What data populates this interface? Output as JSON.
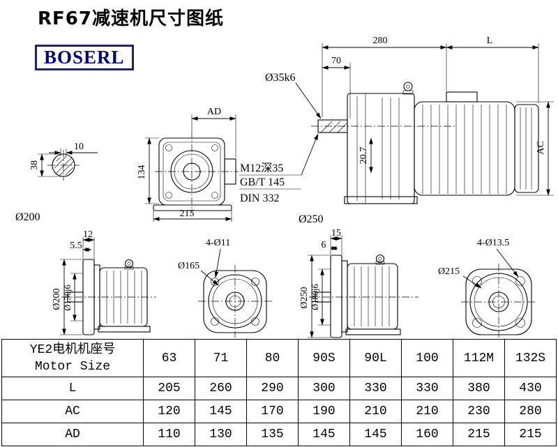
{
  "page": {
    "title": "RF67减速机尺寸图纸",
    "brand": "BOSERL"
  },
  "drawing": {
    "labels": {
      "d10": "10",
      "d38": "38",
      "dia200": "Ø200",
      "ad": "AD",
      "d134": "134",
      "d215": "215",
      "d280": "280",
      "L": "L",
      "d70": "70",
      "dia35k6": "Ø35k6",
      "ac": "AC",
      "d207": "20.7",
      "note1": "M12深35",
      "note2": "GB/T 145",
      "note3": "DIN 332",
      "dia250": "Ø250",
      "d12": "12",
      "d55": "5.5",
      "rot200": "Ø200",
      "rot130": "Ø130j6",
      "dia165": "Ø165",
      "holes11": "4-Ø11",
      "d15": "15",
      "d6": "6",
      "rot250": "Ø250",
      "rot180": "Ø180j6",
      "dia215": "Ø215",
      "holes135": "4-Ø13.5"
    }
  },
  "table": {
    "motor_row": {
      "label_cn": "YE2电机机座号",
      "label_en": "Motor Size",
      "values": [
        "63",
        "71",
        "80",
        "90S",
        "90L",
        "100",
        "112M",
        "132S"
      ]
    },
    "rows": [
      {
        "label": "L",
        "values": [
          "205",
          "260",
          "290",
          "300",
          "330",
          "330",
          "380",
          "430"
        ]
      },
      {
        "label": "AC",
        "values": [
          "120",
          "145",
          "170",
          "190",
          "210",
          "210",
          "230",
          "280"
        ]
      },
      {
        "label": "AD",
        "values": [
          "110",
          "130",
          "135",
          "145",
          "145",
          "160",
          "215",
          "215"
        ]
      }
    ]
  }
}
